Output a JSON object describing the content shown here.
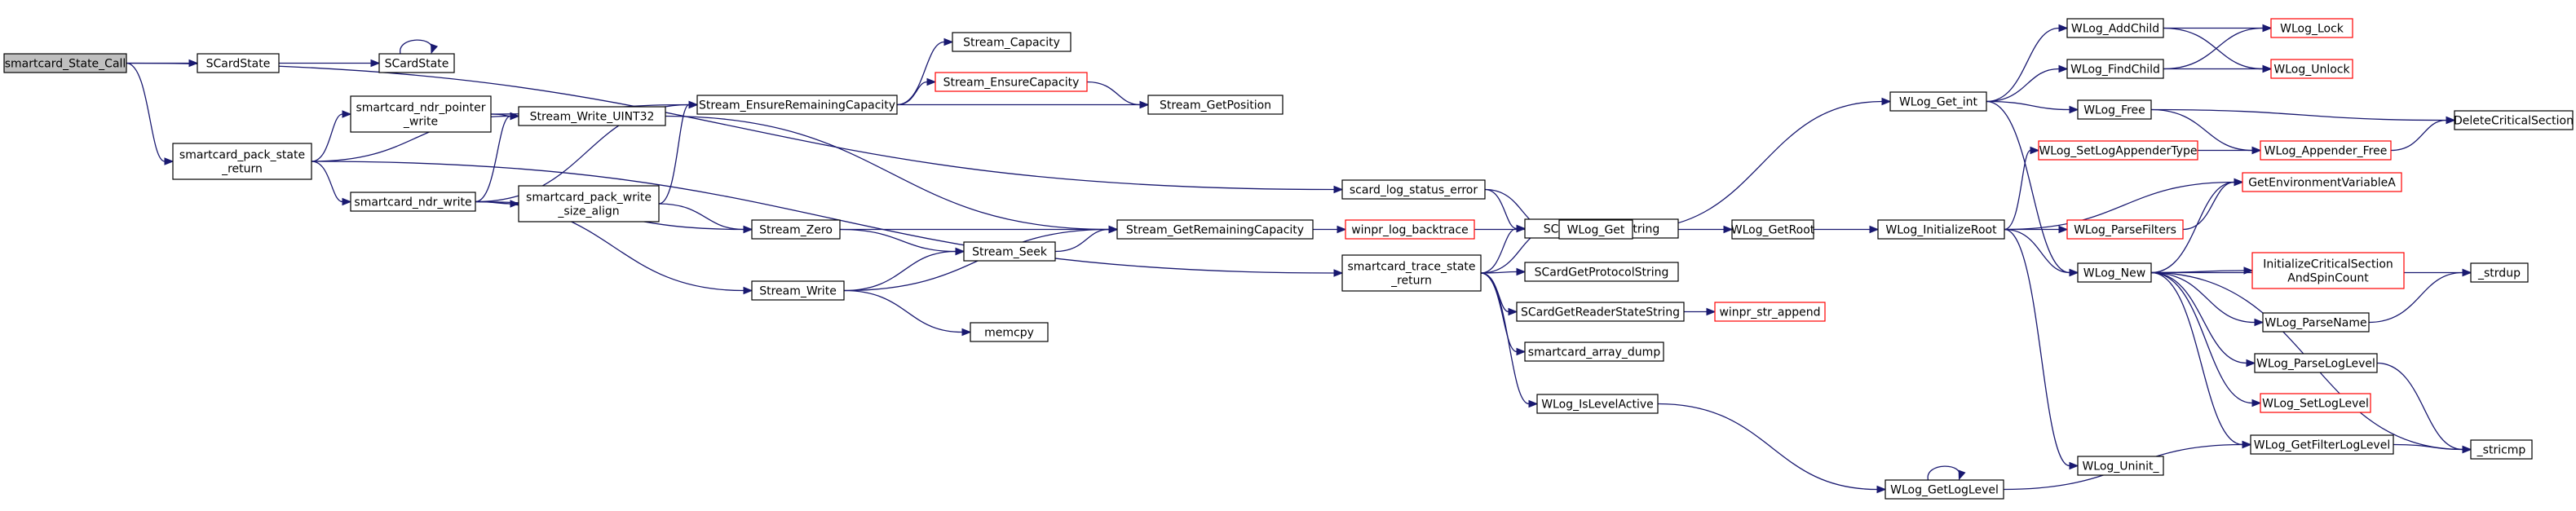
{
  "graph": {
    "nodes": [
      {
        "id": "n0",
        "lines": [
          "smartcard_State_Call"
        ],
        "style": "root"
      },
      {
        "id": "n1",
        "lines": [
          "SCardState"
        ],
        "style": "normal"
      },
      {
        "id": "n2",
        "lines": [
          "SCardState"
        ],
        "style": "normal"
      },
      {
        "id": "n3",
        "lines": [
          "smartcard_pack_state",
          "_return"
        ],
        "style": "normal"
      },
      {
        "id": "n4",
        "lines": [
          "smartcard_ndr_pointer",
          "_write"
        ],
        "style": "normal"
      },
      {
        "id": "n5",
        "lines": [
          "smartcard_ndr_write"
        ],
        "style": "normal"
      },
      {
        "id": "n6",
        "lines": [
          "Stream_Write_UINT32"
        ],
        "style": "normal"
      },
      {
        "id": "n7",
        "lines": [
          "smartcard_pack_write",
          "_size_align"
        ],
        "style": "normal"
      },
      {
        "id": "n8",
        "lines": [
          "Stream_EnsureRemainingCapacity"
        ],
        "style": "normal"
      },
      {
        "id": "n9",
        "lines": [
          "Stream_Capacity"
        ],
        "style": "normal"
      },
      {
        "id": "n10",
        "lines": [
          "Stream_EnsureCapacity"
        ],
        "style": "red"
      },
      {
        "id": "n11",
        "lines": [
          "Stream_GetPosition"
        ],
        "style": "normal"
      },
      {
        "id": "n12",
        "lines": [
          "Stream_Zero"
        ],
        "style": "normal"
      },
      {
        "id": "n13",
        "lines": [
          "Stream_Seek"
        ],
        "style": "normal"
      },
      {
        "id": "n14",
        "lines": [
          "Stream_Write"
        ],
        "style": "normal"
      },
      {
        "id": "n15",
        "lines": [
          "memcpy"
        ],
        "style": "normal"
      },
      {
        "id": "n16",
        "lines": [
          "Stream_GetRemainingCapacity"
        ],
        "style": "normal"
      },
      {
        "id": "n17",
        "lines": [
          "winpr_log_backtrace"
        ],
        "style": "red"
      },
      {
        "id": "n18",
        "lines": [
          "scard_log_status_error"
        ],
        "style": "normal"
      },
      {
        "id": "n19",
        "lines": [
          "smartcard_trace_state",
          "_return"
        ],
        "style": "normal"
      },
      {
        "id": "n20",
        "lines": [
          "SCardGetErrorString"
        ],
        "style": "normal"
      },
      {
        "id": "n21",
        "lines": [
          "WLog_Get"
        ],
        "style": "normal"
      },
      {
        "id": "n22",
        "lines": [
          "SCardGetProtocolString"
        ],
        "style": "normal"
      },
      {
        "id": "n23",
        "lines": [
          "SCardGetReaderStateString"
        ],
        "style": "normal"
      },
      {
        "id": "n24",
        "lines": [
          "winpr_str_append"
        ],
        "style": "red"
      },
      {
        "id": "n25",
        "lines": [
          "smartcard_array_dump"
        ],
        "style": "normal"
      },
      {
        "id": "n26",
        "lines": [
          "WLog_IsLevelActive"
        ],
        "style": "normal"
      },
      {
        "id": "n27",
        "lines": [
          "WLog_GetLogLevel"
        ],
        "style": "normal"
      },
      {
        "id": "n28",
        "lines": [
          "WLog_GetRoot"
        ],
        "style": "normal"
      },
      {
        "id": "n29",
        "lines": [
          "WLog_Get_int"
        ],
        "style": "normal"
      },
      {
        "id": "n30",
        "lines": [
          "WLog_InitializeRoot"
        ],
        "style": "normal"
      },
      {
        "id": "n31",
        "lines": [
          "WLog_AddChild"
        ],
        "style": "normal"
      },
      {
        "id": "n32",
        "lines": [
          "WLog_FindChild"
        ],
        "style": "normal"
      },
      {
        "id": "n33",
        "lines": [
          "WLog_Free"
        ],
        "style": "normal"
      },
      {
        "id": "n34",
        "lines": [
          "WLog_New"
        ],
        "style": "normal"
      },
      {
        "id": "n35",
        "lines": [
          "WLog_Lock"
        ],
        "style": "red"
      },
      {
        "id": "n36",
        "lines": [
          "WLog_Unlock"
        ],
        "style": "red"
      },
      {
        "id": "n37",
        "lines": [
          "DeleteCriticalSection"
        ],
        "style": "normal"
      },
      {
        "id": "n38",
        "lines": [
          "WLog_Appender_Free"
        ],
        "style": "red"
      },
      {
        "id": "n39",
        "lines": [
          "WLog_SetLogAppenderType"
        ],
        "style": "red"
      },
      {
        "id": "n40",
        "lines": [
          "GetEnvironmentVariableA"
        ],
        "style": "red"
      },
      {
        "id": "n41",
        "lines": [
          "WLog_ParseFilters"
        ],
        "style": "red"
      },
      {
        "id": "n42",
        "lines": [
          "WLog_Uninit_"
        ],
        "style": "normal"
      },
      {
        "id": "n43",
        "lines": [
          "InitializeCriticalSection",
          "AndSpinCount"
        ],
        "style": "red"
      },
      {
        "id": "n44",
        "lines": [
          "_strdup"
        ],
        "style": "normal"
      },
      {
        "id": "n45",
        "lines": [
          "WLog_ParseName"
        ],
        "style": "normal"
      },
      {
        "id": "n46",
        "lines": [
          "WLog_ParseLogLevel"
        ],
        "style": "normal"
      },
      {
        "id": "n47",
        "lines": [
          "WLog_SetLogLevel"
        ],
        "style": "red"
      },
      {
        "id": "n48",
        "lines": [
          "WLog_GetFilterLogLevel"
        ],
        "style": "normal"
      },
      {
        "id": "n49",
        "lines": [
          "_stricmp"
        ],
        "style": "normal"
      }
    ],
    "edges": [
      [
        "n0",
        "n1"
      ],
      [
        "n0",
        "n3"
      ],
      [
        "n0",
        "n18"
      ],
      [
        "n1",
        "n2"
      ],
      [
        "n2",
        "n2"
      ],
      [
        "n3",
        "n4"
      ],
      [
        "n3",
        "n5"
      ],
      [
        "n3",
        "n6"
      ],
      [
        "n3",
        "n19"
      ],
      [
        "n4",
        "n6"
      ],
      [
        "n4",
        "n8"
      ],
      [
        "n5",
        "n6"
      ],
      [
        "n5",
        "n7"
      ],
      [
        "n5",
        "n8"
      ],
      [
        "n5",
        "n12"
      ],
      [
        "n5",
        "n14"
      ],
      [
        "n6",
        "n16"
      ],
      [
        "n7",
        "n8"
      ],
      [
        "n7",
        "n12"
      ],
      [
        "n8",
        "n9"
      ],
      [
        "n8",
        "n10"
      ],
      [
        "n8",
        "n11"
      ],
      [
        "n10",
        "n11"
      ],
      [
        "n12",
        "n13"
      ],
      [
        "n12",
        "n16"
      ],
      [
        "n13",
        "n16"
      ],
      [
        "n14",
        "n13"
      ],
      [
        "n14",
        "n15"
      ],
      [
        "n14",
        "n16"
      ],
      [
        "n16",
        "n17"
      ],
      [
        "n17",
        "n21"
      ],
      [
        "n18",
        "n20"
      ],
      [
        "n18",
        "n21"
      ],
      [
        "n19",
        "n20"
      ],
      [
        "n19",
        "n21"
      ],
      [
        "n19",
        "n22"
      ],
      [
        "n19",
        "n23"
      ],
      [
        "n19",
        "n25"
      ],
      [
        "n19",
        "n26"
      ],
      [
        "n23",
        "n24"
      ],
      [
        "n26",
        "n27"
      ],
      [
        "n21",
        "n28"
      ],
      [
        "n21",
        "n29"
      ],
      [
        "n28",
        "n30"
      ],
      [
        "n27",
        "n27"
      ],
      [
        "n27",
        "n48"
      ],
      [
        "n29",
        "n31"
      ],
      [
        "n29",
        "n32"
      ],
      [
        "n29",
        "n33"
      ],
      [
        "n29",
        "n34"
      ],
      [
        "n30",
        "n39"
      ],
      [
        "n30",
        "n40"
      ],
      [
        "n30",
        "n41"
      ],
      [
        "n30",
        "n34"
      ],
      [
        "n30",
        "n42"
      ],
      [
        "n31",
        "n35"
      ],
      [
        "n31",
        "n36"
      ],
      [
        "n32",
        "n35"
      ],
      [
        "n32",
        "n36"
      ],
      [
        "n33",
        "n38"
      ],
      [
        "n33",
        "n37"
      ],
      [
        "n38",
        "n37"
      ],
      [
        "n39",
        "n38"
      ],
      [
        "n41",
        "n40"
      ],
      [
        "n34",
        "n40"
      ],
      [
        "n34",
        "n43"
      ],
      [
        "n34",
        "n44"
      ],
      [
        "n34",
        "n45"
      ],
      [
        "n34",
        "n46"
      ],
      [
        "n34",
        "n47"
      ],
      [
        "n34",
        "n48"
      ],
      [
        "n34",
        "n49"
      ],
      [
        "n45",
        "n44"
      ],
      [
        "n46",
        "n49"
      ],
      [
        "n48",
        "n49"
      ]
    ]
  },
  "colors": {
    "edge": "#191970",
    "node_border": "#000000",
    "node_border_red": "#ff0000",
    "root_fill": "#bfbfbf"
  }
}
